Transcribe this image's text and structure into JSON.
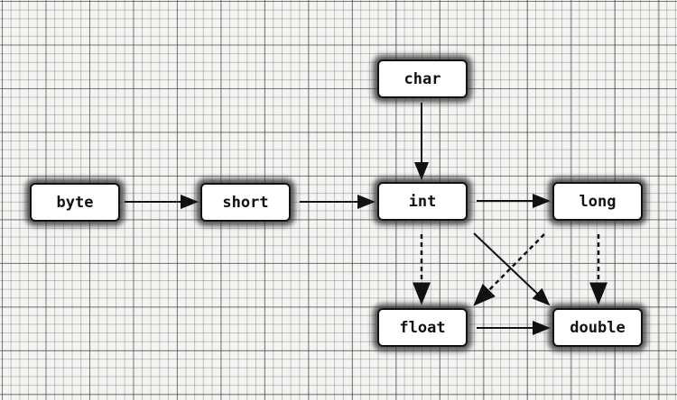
{
  "nodes": {
    "byte": "byte",
    "short": "short",
    "char": "char",
    "int": "int",
    "long": "long",
    "float": "float",
    "double": "double"
  }
}
